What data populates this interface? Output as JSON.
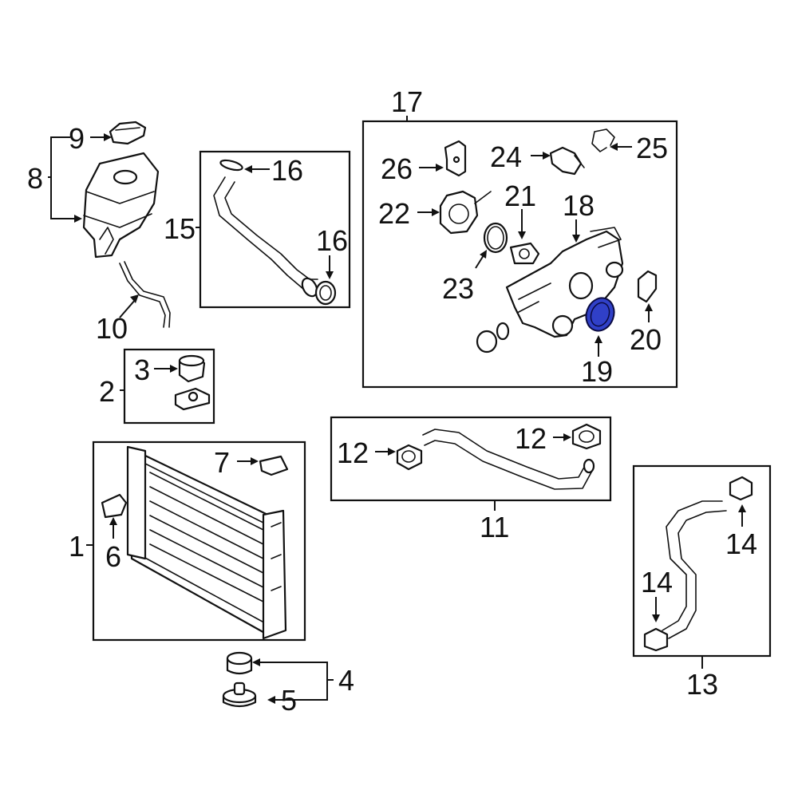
{
  "diagram": {
    "highlight_color": "#3040c8",
    "labels": {
      "l1": "1",
      "l2": "2",
      "l3": "3",
      "l4": "4",
      "l5": "5",
      "l6": "6",
      "l7": "7",
      "l8": "8",
      "l9": "9",
      "l10": "10",
      "l11": "11",
      "l12a": "12",
      "l12b": "12",
      "l13": "13",
      "l14a": "14",
      "l14b": "14",
      "l15": "15",
      "l16a": "16",
      "l16b": "16",
      "l17": "17",
      "l18": "18",
      "l19": "19",
      "l20": "20",
      "l21": "21",
      "l22": "22",
      "l23": "23",
      "l24": "24",
      "l25": "25",
      "l26": "26"
    }
  }
}
